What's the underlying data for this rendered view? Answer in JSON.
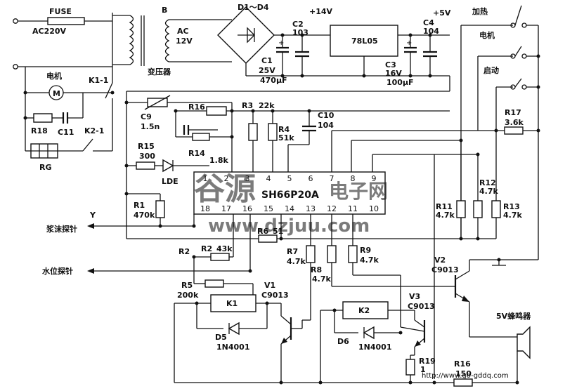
{
  "labels": {
    "fuse": "FUSE",
    "ac220": "AC220V",
    "b": "B",
    "transformer": "变压器",
    "ac": "AC",
    "v12": "12V",
    "d1d4": "D1～D4",
    "v14": "+14V",
    "v5": "+5V",
    "c2": "C2",
    "c2v": "103",
    "c1": "C1",
    "c1v": "25V",
    "c1u": "470μF",
    "reg": "78L05",
    "c3": "C3",
    "c3v": "16V",
    "c3u": "100μF",
    "c4": "C4",
    "c4v": "104",
    "heat": "加热",
    "motor_btn": "电机",
    "start": "启动",
    "motor": "电机",
    "m": "M",
    "k11": "K1-1",
    "k21": "K2-1",
    "r18": "R18",
    "c11": "C11",
    "rg": "RG",
    "c9": "C9",
    "c9v": "1.5n",
    "r16": "R16",
    "r3": "R3",
    "r3v": "22k",
    "c10": "C10",
    "c10v": "104",
    "r4": "R4",
    "r4v": "51k",
    "r17": "R17",
    "r17v": "3.6k",
    "r15": "R15",
    "r15v": "300",
    "r14": "R14",
    "r14v": "1.8k",
    "lde": "LDE",
    "ic": "SH66P20A",
    "r1": "R1",
    "r1v": "470k",
    "y": "Y",
    "foam": "浆沫探针",
    "r6": "R6",
    "r6v": "51",
    "r11": "R11",
    "r11v": "4.7k",
    "r12": "R12",
    "r12v": "4.7k",
    "r13": "R13",
    "r13v": "4.7k",
    "r2": "R2",
    "r2b": "R2",
    "r2v": "43k",
    "water": "水位探针",
    "r7": "R7",
    "r7v": "4.7k",
    "r8": "R8",
    "r8v": "4.7k",
    "r9": "R9",
    "r9v": "4.7k",
    "v2": "V2",
    "v2t": "C9013",
    "r5": "R5",
    "r5v": "200k",
    "v1": "V1",
    "v1t": "C9013",
    "k1": "K1",
    "d5": "D5",
    "d5t": "1N4001",
    "k2": "K2",
    "v3": "V3",
    "v3t": "C9013",
    "d6": "D6",
    "d6t": "1N4001",
    "buzzer": "5V蜂鸣器",
    "r19": "R19",
    "r19v": "1",
    "r16b": "R16",
    "r16bv": "150",
    "url_corner": "http://www.go-gddq.com",
    "wm_cn1": "谷源",
    "wm_cn2": "电子网",
    "wm_url": "www.dzjuu.com"
  },
  "pins_top": [
    "1",
    "2",
    "3",
    "4",
    "5",
    "6",
    "7",
    "8",
    "9"
  ],
  "pins_bottom": [
    "18",
    "17",
    "16",
    "15",
    "14",
    "13",
    "12",
    "11",
    "10"
  ]
}
